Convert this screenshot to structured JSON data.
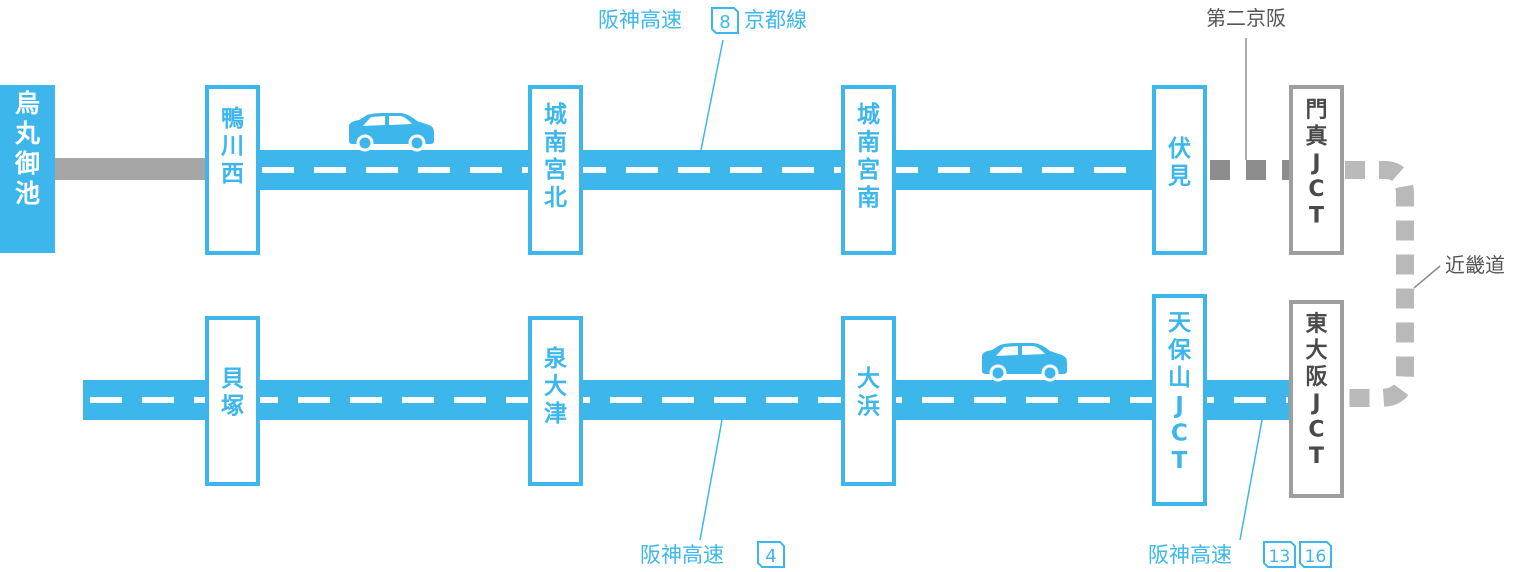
{
  "colors": {
    "expressway": "#3db7eb",
    "connector": "#a6a6a6",
    "dashed": "#b9b9b9",
    "dark_connector": "#8c8c8c",
    "station_border_blue": "#3db7eb",
    "station_border_gray": "#9e9e9e",
    "gray_text": "#4a4a4a",
    "label_blue": "#3db7eb",
    "label_gray": "#555555"
  },
  "start_station": {
    "label": "烏丸御池"
  },
  "top_row": {
    "stations": [
      {
        "id": "kamogawa-nishi",
        "label": "鴨川西"
      },
      {
        "id": "jonangu-kita",
        "label": "城南宮北"
      },
      {
        "id": "jonangu-minami",
        "label": "城南宮南"
      },
      {
        "id": "fushimi",
        "label": "伏見"
      },
      {
        "id": "monma-jct",
        "label": "門真JCT",
        "style": "gray"
      }
    ],
    "route_label": {
      "prefix": "阪神高速",
      "badges": [
        "8"
      ],
      "suffix": "京都線"
    },
    "side_label": "第二京阪"
  },
  "bottom_row": {
    "stations": [
      {
        "id": "kaizuka",
        "label": "貝塚"
      },
      {
        "id": "izumiotsu",
        "label": "泉大津"
      },
      {
        "id": "hamadera",
        "label": "大浜"
      },
      {
        "id": "tenpozan-jct",
        "label": "天保山JCT"
      },
      {
        "id": "higashiosaka-jct",
        "label": "東大阪JCT",
        "style": "gray"
      }
    ],
    "route_label_left": {
      "prefix": "阪神高速",
      "badges": [
        "4"
      ]
    },
    "route_label_right": {
      "prefix": "阪神高速",
      "badges": [
        "13",
        "16"
      ]
    }
  },
  "right_label": "近畿道",
  "icons": [
    "car-icon-top",
    "car-icon-bottom"
  ]
}
